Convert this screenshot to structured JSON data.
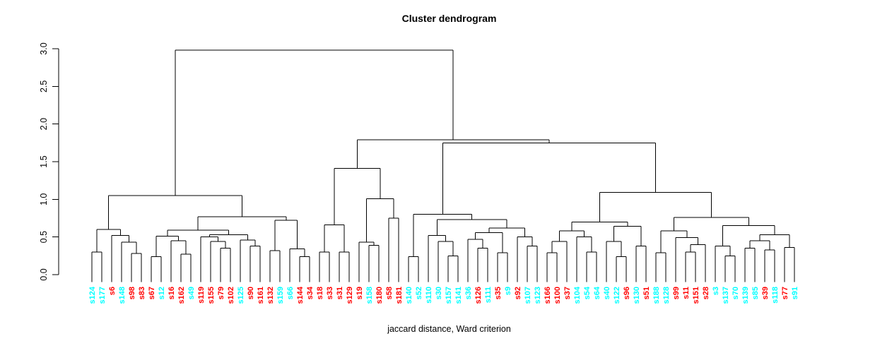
{
  "chart_data": {
    "type": "dendrogram",
    "title": "Cluster dendrogram",
    "xlabel": "jaccard distance, Ward criterion",
    "ylabel": "",
    "yticks": [
      "0.0",
      "0.5",
      "1.0",
      "1.5",
      "2.0",
      "2.5",
      "3.0"
    ],
    "ytick_values": [
      0,
      0.5,
      1,
      1.5,
      2,
      2.5,
      3
    ],
    "ylim": [
      0,
      3
    ],
    "root_height": 2.98,
    "line_color": "#000000",
    "label_colors": {
      "cyan": "#00ffff",
      "red": "#ff0000"
    },
    "leaves": [
      {
        "label": "s124",
        "color": "cyan"
      },
      {
        "label": "s177",
        "color": "cyan"
      },
      {
        "label": "s6",
        "color": "red"
      },
      {
        "label": "s148",
        "color": "cyan"
      },
      {
        "label": "s98",
        "color": "red"
      },
      {
        "label": "s83",
        "color": "red"
      },
      {
        "label": "s67",
        "color": "red"
      },
      {
        "label": "s12",
        "color": "cyan"
      },
      {
        "label": "s16",
        "color": "red"
      },
      {
        "label": "s162",
        "color": "red"
      },
      {
        "label": "s49",
        "color": "cyan"
      },
      {
        "label": "s119",
        "color": "red"
      },
      {
        "label": "s155",
        "color": "red"
      },
      {
        "label": "s79",
        "color": "red"
      },
      {
        "label": "s102",
        "color": "red"
      },
      {
        "label": "s125",
        "color": "cyan"
      },
      {
        "label": "s90",
        "color": "red"
      },
      {
        "label": "s161",
        "color": "red"
      },
      {
        "label": "s132",
        "color": "red"
      },
      {
        "label": "s159",
        "color": "cyan"
      },
      {
        "label": "s66",
        "color": "cyan"
      },
      {
        "label": "s144",
        "color": "red"
      },
      {
        "label": "s34",
        "color": "red"
      },
      {
        "label": "s18",
        "color": "red"
      },
      {
        "label": "s33",
        "color": "red"
      },
      {
        "label": "s31",
        "color": "red"
      },
      {
        "label": "s129",
        "color": "red"
      },
      {
        "label": "s19",
        "color": "red"
      },
      {
        "label": "s158",
        "color": "cyan"
      },
      {
        "label": "s180",
        "color": "red"
      },
      {
        "label": "s58",
        "color": "red"
      },
      {
        "label": "s181",
        "color": "red"
      },
      {
        "label": "s140",
        "color": "cyan"
      },
      {
        "label": "s52",
        "color": "cyan"
      },
      {
        "label": "s110",
        "color": "cyan"
      },
      {
        "label": "s30",
        "color": "cyan"
      },
      {
        "label": "s157",
        "color": "cyan"
      },
      {
        "label": "s141",
        "color": "cyan"
      },
      {
        "label": "s36",
        "color": "cyan"
      },
      {
        "label": "s126",
        "color": "red"
      },
      {
        "label": "s111",
        "color": "cyan"
      },
      {
        "label": "s35",
        "color": "red"
      },
      {
        "label": "s9",
        "color": "cyan"
      },
      {
        "label": "s92",
        "color": "red"
      },
      {
        "label": "s107",
        "color": "cyan"
      },
      {
        "label": "s123",
        "color": "cyan"
      },
      {
        "label": "s166",
        "color": "red"
      },
      {
        "label": "s100",
        "color": "red"
      },
      {
        "label": "s37",
        "color": "red"
      },
      {
        "label": "s104",
        "color": "cyan"
      },
      {
        "label": "s54",
        "color": "cyan"
      },
      {
        "label": "s64",
        "color": "cyan"
      },
      {
        "label": "s40",
        "color": "cyan"
      },
      {
        "label": "s122",
        "color": "cyan"
      },
      {
        "label": "s96",
        "color": "red"
      },
      {
        "label": "s130",
        "color": "cyan"
      },
      {
        "label": "s51",
        "color": "red"
      },
      {
        "label": "s188",
        "color": "cyan"
      },
      {
        "label": "s128",
        "color": "cyan"
      },
      {
        "label": "s99",
        "color": "red"
      },
      {
        "label": "s11",
        "color": "red"
      },
      {
        "label": "s151",
        "color": "red"
      },
      {
        "label": "s28",
        "color": "red"
      },
      {
        "label": "s3",
        "color": "cyan"
      },
      {
        "label": "s137",
        "color": "cyan"
      },
      {
        "label": "s70",
        "color": "cyan"
      },
      {
        "label": "s139",
        "color": "cyan"
      },
      {
        "label": "s85",
        "color": "cyan"
      },
      {
        "label": "s39",
        "color": "red"
      },
      {
        "label": "s118",
        "color": "cyan"
      },
      {
        "label": "s77",
        "color": "red"
      },
      {
        "label": "s91",
        "color": "cyan"
      }
    ],
    "tree": [
      2.98,
      [
        1.05,
        [
          0.6,
          [
            0.3,
            "s124",
            "s177"
          ],
          [
            0.52,
            "s6",
            [
              0.43,
              "s148",
              [
                0.28,
                "s98",
                "s83"
              ]
            ]
          ]
        ],
        [
          0.77,
          [
            0.59,
            [
              0.51,
              [
                0.24,
                "s67",
                "s12"
              ],
              [
                0.45,
                "s16",
                [
                  0.27,
                  "s162",
                  "s49"
                ]
              ]
            ],
            [
              0.53,
              [
                0.5,
                "s119",
                [
                  0.44,
                  "s155",
                  [
                    0.35,
                    "s79",
                    "s102"
                  ]
                ]
              ],
              [
                0.46,
                "s125",
                [
                  0.38,
                  "s90",
                  "s161"
                ]
              ]
            ]
          ],
          [
            0.72,
            [
              0.32,
              "s132",
              "s159"
            ],
            [
              0.34,
              "s66",
              [
                0.24,
                "s144",
                "s34"
              ]
            ]
          ]
        ]
      ],
      [
        1.79,
        [
          1.41,
          [
            0.66,
            [
              0.3,
              "s18",
              "s33"
            ],
            [
              0.3,
              "s31",
              "s129"
            ]
          ],
          [
            1.01,
            [
              0.43,
              "s19",
              [
                0.39,
                "s158",
                "s180"
              ]
            ],
            [
              0.75,
              "s58",
              "s181"
            ]
          ]
        ],
        [
          1.75,
          [
            0.8,
            [
              0.24,
              "s140",
              "s52"
            ],
            [
              0.73,
              [
                0.52,
                "s110",
                [
                  0.44,
                  "s30",
                  [
                    0.25,
                    "s157",
                    "s141"
                  ]
                ]
              ],
              [
                0.62,
                [
                  0.56,
                  [
                    0.47,
                    "s36",
                    [
                      0.35,
                      "s126",
                      "s111"
                    ]
                  ],
                  [
                    0.29,
                    "s35",
                    "s9"
                  ]
                ],
                [
                  0.5,
                  "s92",
                  [
                    0.38,
                    "s107",
                    "s123"
                  ]
                ]
              ]
            ]
          ],
          [
            1.09,
            [
              0.7,
              [
                0.58,
                [
                  0.44,
                  [
                    0.29,
                    "s166",
                    "s100"
                  ],
                  "s37"
                ],
                [
                  0.5,
                  "s104",
                  [
                    0.3,
                    "s54",
                    "s64"
                  ]
                ]
              ],
              [
                0.64,
                [
                  0.44,
                  "s40",
                  [
                    0.24,
                    "s122",
                    "s96"
                  ]
                ],
                [
                  0.38,
                  "s130",
                  "s51"
                ]
              ]
            ],
            [
              0.76,
              [
                0.58,
                [
                  0.29,
                  "s188",
                  "s128"
                ],
                [
                  0.49,
                  "s99",
                  [
                    0.4,
                    [
                      0.3,
                      "s11",
                      "s151"
                    ],
                    "s28"
                  ]
                ]
              ],
              [
                0.65,
                [
                  0.38,
                  "s3",
                  [
                    0.25,
                    "s137",
                    "s70"
                  ]
                ],
                [
                  0.53,
                  [
                    0.45,
                    [
                      0.35,
                      "s139",
                      "s85"
                    ],
                    [
                      0.33,
                      "s39",
                      "s118"
                    ]
                  ],
                  [
                    0.36,
                    "s77",
                    "s91"
                  ]
                ]
              ]
            ]
          ]
        ]
      ]
    ]
  }
}
